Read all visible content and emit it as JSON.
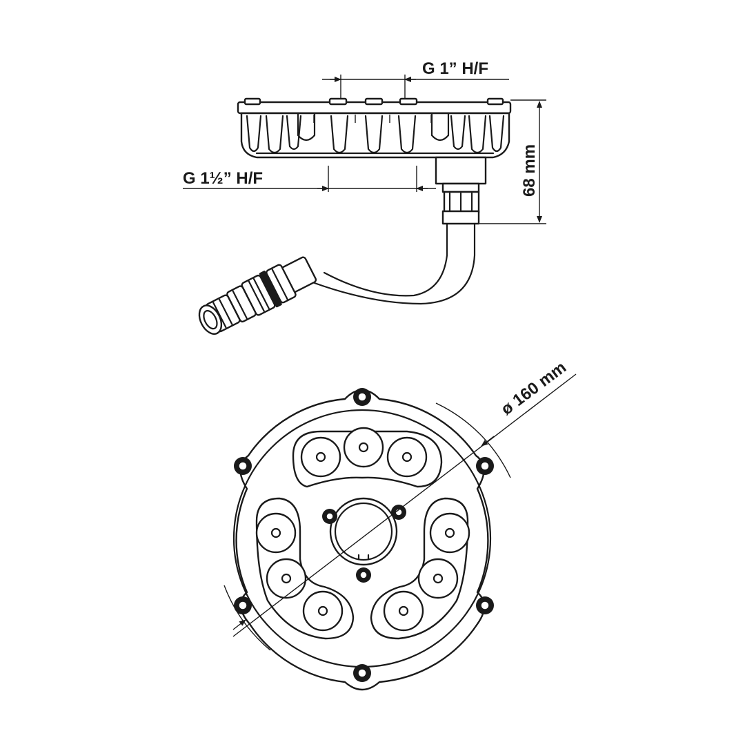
{
  "dimensions": {
    "inlet_thread": "G 1” H/F",
    "outlet_thread": "G 1½” H/F",
    "height": "68 mm",
    "diameter": "ø 160 mm"
  },
  "colors": {
    "line": "#1a1a1a",
    "background": "#ffffff"
  }
}
